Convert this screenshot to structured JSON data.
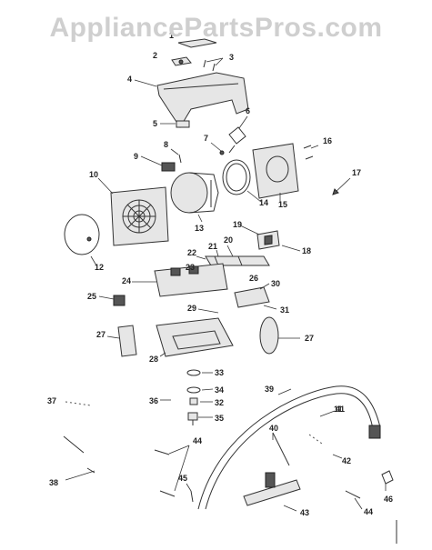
{
  "watermark": "AppliancePartsPros.com",
  "callouts": [
    "1",
    "2",
    "3",
    "4",
    "5",
    "6",
    "7",
    "8",
    "9",
    "10",
    "11",
    "12",
    "13",
    "14",
    "15",
    "16",
    "17",
    "18",
    "19",
    "20",
    "21",
    "22",
    "23",
    "24",
    "25",
    "26",
    "27",
    "28",
    "29",
    "30",
    "31",
    "32",
    "33",
    "34",
    "35",
    "36",
    "37",
    "38",
    "39",
    "40",
    "41",
    "42",
    "43",
    "44",
    "45",
    "46"
  ]
}
